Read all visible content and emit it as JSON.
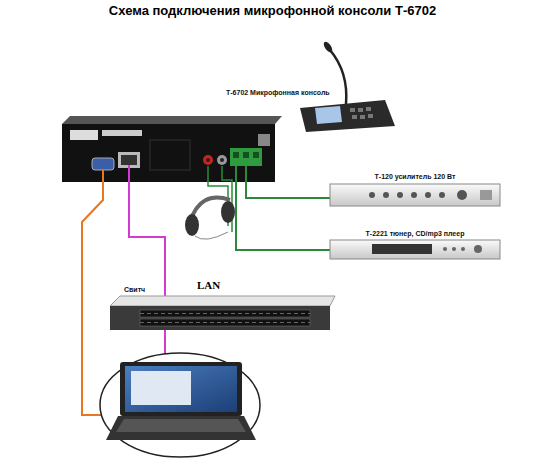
{
  "diagram": {
    "title": "Схема подключения микрофонной консоли Т-6702",
    "nodes": [
      {
        "text": [
          "Т-6702 Микрофонная консоль"
        ]
      },
      {
        "text": [
          "Т-120 усилитель 120 Вт"
        ]
      },
      {
        "text": [
          "Т-2221 тюнер, CD/mp3 плеер"
        ]
      },
      {
        "text": [
          "Свитч"
        ]
      }
    ],
    "labels": [
      "LAN"
    ]
  }
}
